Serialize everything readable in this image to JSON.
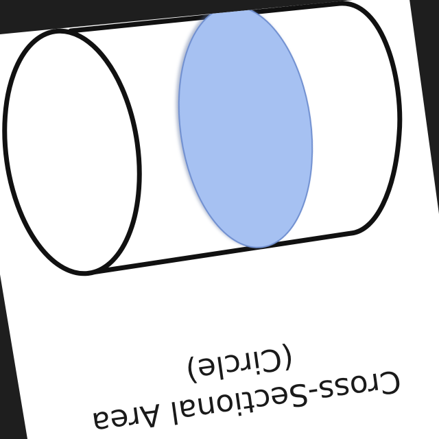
{
  "colors": {
    "background": "#1e1e1e",
    "card": "#ffffff",
    "outline": "#111111",
    "cross_section_fill": "#a6c1f2",
    "cross_section_edge": "#6f8fd0",
    "text": "#1a1a1a"
  },
  "orientation": "image rotated about 170 degrees (upside-down, slightly tilted)",
  "caption": {
    "line1": "Cross-Sectional Area",
    "line2": "(Circle)"
  }
}
